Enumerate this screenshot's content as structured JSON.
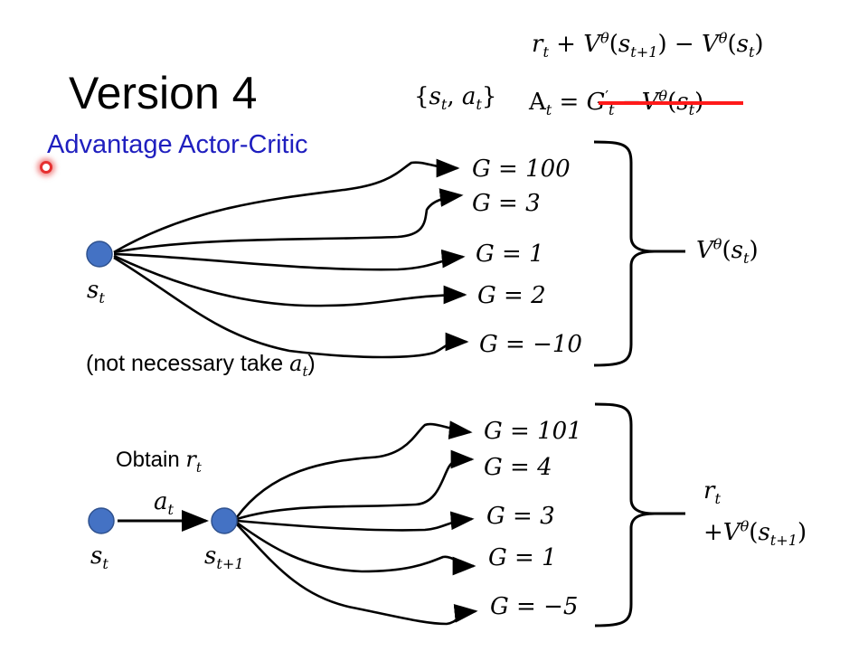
{
  "title": "Version 4",
  "subtitle": "Advantage Actor-Critic",
  "formula_top": {
    "r": "r",
    "t_sub": "t",
    "plus": " + ",
    "V": "V",
    "theta": "θ",
    "paren_open": "(",
    "s": "s",
    "t1_sub": "t+1",
    "paren_close": ")",
    "minus": " − "
  },
  "pair": {
    "text_open": "{",
    "s": "s",
    "a": "a",
    "t_sub": "t",
    "comma": ", ",
    "text_close": "}"
  },
  "advantage": {
    "A": "A",
    "t_sub": "t",
    "eq": " = ",
    "G": "G",
    "prime": "′",
    "minus": " −",
    "V": "V",
    "theta": "θ",
    "s": "s"
  },
  "upper_returns": [
    "G = 100",
    "G = 3",
    "G = 1",
    "G = 2",
    "G = −10"
  ],
  "lower_returns": [
    "G = 101",
    "G = 4",
    "G = 3",
    "G = 1",
    "G = −5"
  ],
  "upper_value": {
    "V": "V",
    "theta": "θ",
    "s": "s",
    "t_sub": "t"
  },
  "lower_value": {
    "r": "r",
    "t_sub": "t",
    "plus": "+",
    "V": "V",
    "theta": "θ",
    "s": "s",
    "t1_sub": "t+1"
  },
  "state_labels": {
    "s": "s",
    "t_sub": "t",
    "t1_sub": "t+1",
    "a": "a"
  },
  "note": {
    "text": "(not necessary take ",
    "close": ")"
  },
  "obtain": {
    "text": "Obtain ",
    "r": "r",
    "t_sub": "t"
  },
  "colors": {
    "node": "#4472c4",
    "node_stroke": "#2f528f",
    "strike": "#ff1a1a",
    "subtitle": "#1f1fbf"
  }
}
